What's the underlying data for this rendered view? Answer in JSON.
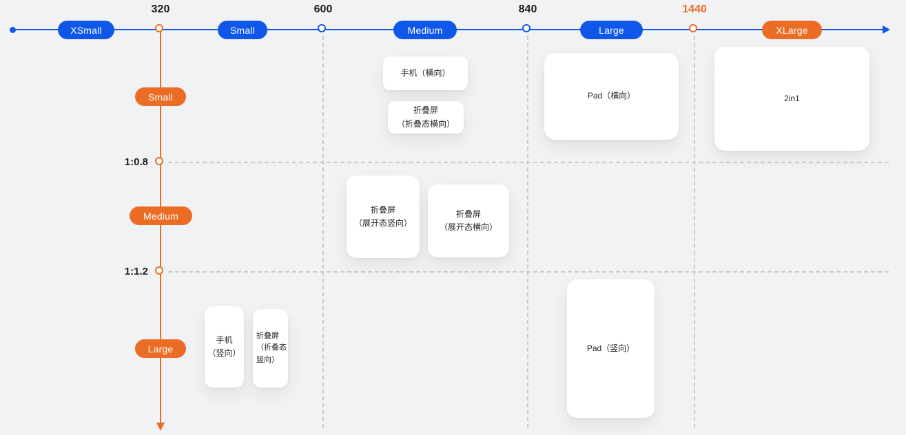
{
  "colors": {
    "blue": "#0f57e9",
    "orange": "#eb6c24",
    "background": "#f1f2f4",
    "dashed_grid": "#c8cbce"
  },
  "h_axis": {
    "breakpoints": {
      "b320": "320",
      "b600": "600",
      "b840": "840",
      "b1440": "1440"
    },
    "pills": {
      "xsmall": "XSmall",
      "small": "Small",
      "medium": "Medium",
      "large": "Large",
      "xlarge": "XLarge"
    }
  },
  "v_axis": {
    "ratios": {
      "r08": "1:0.8",
      "r12": "1:1.2"
    },
    "pills": {
      "small": "Small",
      "medium": "Medium",
      "large": "Large"
    }
  },
  "devices": {
    "phone_landscape": "手机（横向）",
    "fold_folded_landscape": "折叠屏\n（折叠态横向）",
    "pad_landscape": "Pad（横向）",
    "two_in_one": "2in1",
    "fold_open_portrait": "折叠屏\n（展开态竖向）",
    "fold_open_landscape": "折叠屏\n（展开态横向）",
    "phone_portrait": "手机\n（竖向）",
    "fold_folded_portrait": "折叠屏\n（折叠态\n竖向）",
    "pad_portrait": "Pad（竖向）"
  }
}
